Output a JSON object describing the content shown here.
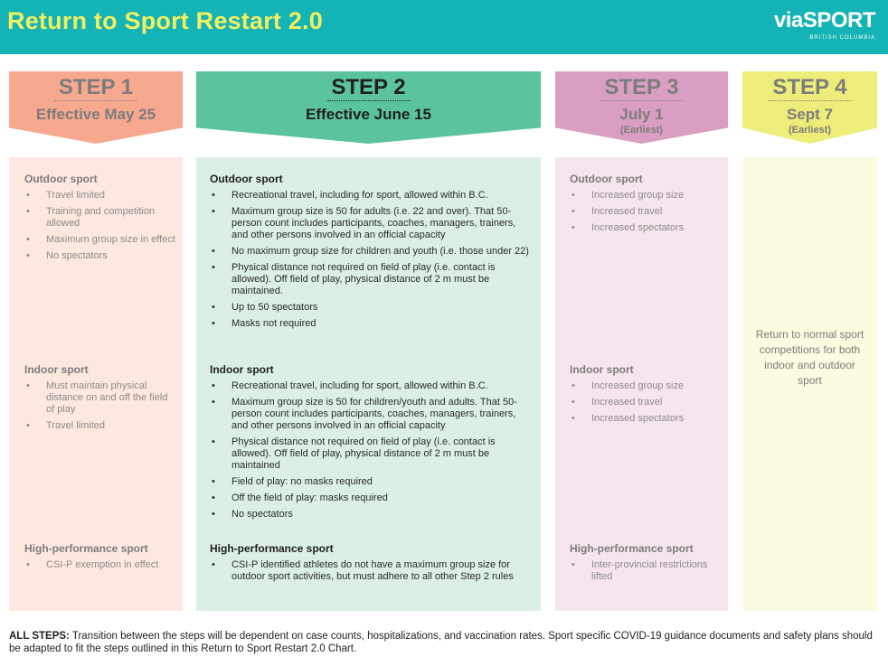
{
  "header": {
    "title": "Return to Sport Restart 2.0",
    "logo_word": "viaSPORT",
    "logo_sub": "BRITISH COLUMBIA"
  },
  "steps": [
    {
      "step": "STEP 1",
      "date": "Effective May 25",
      "sub": "",
      "outdoor": {
        "title": "Outdoor sport",
        "items": [
          "Travel limited",
          "Training and competition allowed",
          "Maximum group size in effect",
          "No spectators"
        ]
      },
      "indoor": {
        "title": "Indoor sport",
        "items": [
          "Must maintain physical distance on and off the field of play",
          "Travel limited"
        ]
      },
      "hp": {
        "title": "High-performance sport",
        "items": [
          "CSI-P exemption in effect"
        ]
      }
    },
    {
      "step": "STEP 2",
      "date": "Effective June 15",
      "sub": "",
      "outdoor": {
        "title": "Outdoor sport",
        "items": [
          "Recreational travel, including for sport, allowed within B.C.",
          "Maximum group size is 50 for adults (i.e. 22 and over). That 50-person count includes participants, coaches, managers, trainers, and other persons involved in an official capacity",
          "No maximum group size for children and youth (i.e. those under 22)",
          "Physical distance not required on field of play (i.e. contact is allowed). Off field of play, physical distance of 2 m must be maintained.",
          "Up to 50 spectators",
          "Masks not required"
        ]
      },
      "indoor": {
        "title": "Indoor sport",
        "items": [
          "Recreational travel, including for sport, allowed within B.C.",
          "Maximum group size is 50 for children/youth and adults. That 50-person count includes participants, coaches, managers, trainers, and other persons involved in an official capacity",
          "Physical distance not required on field of play (i.e. contact is allowed). Off field of play, physical distance of 2 m must be maintained",
          "Field of play: no masks required",
          "Off the field of play: masks required",
          "No spectators"
        ]
      },
      "hp": {
        "title": "High-performance sport",
        "items": [
          "CSI-P identified athletes do not have a maximum group size for outdoor sport activities, but must adhere to all other Step 2 rules"
        ]
      }
    },
    {
      "step": "STEP 3",
      "date": "July 1",
      "sub": "(Earliest)",
      "outdoor": {
        "title": "Outdoor sport",
        "items": [
          "Increased group size",
          "Increased travel",
          "Increased spectators"
        ]
      },
      "indoor": {
        "title": "Indoor sport",
        "items": [
          "Increased group size",
          "Increased travel",
          "Increased spectators"
        ]
      },
      "hp": {
        "title": "High-performance sport",
        "items": [
          "Inter-provincial restrictions lifted"
        ]
      }
    },
    {
      "step": "STEP 4",
      "date": "Sept 7",
      "sub": "(Earliest)",
      "normal": "Return to normal sport competitions for both indoor and outdoor sport"
    }
  ],
  "footer": {
    "label": "ALL STEPS:",
    "text": " Transition between the steps will be dependent on case counts, hospitalizations, and vaccination rates. Sport specific COVID-19 guidance documents and safety plans should be adapted to fit the steps outlined in this Return to Sport Restart 2.0 Chart."
  },
  "colors": {
    "header": "#13b3b6",
    "title": "#f1f061",
    "step1": "#f7a990",
    "step2": "#5cc49c",
    "step3": "#d99ec2",
    "step4": "#eded7a"
  }
}
